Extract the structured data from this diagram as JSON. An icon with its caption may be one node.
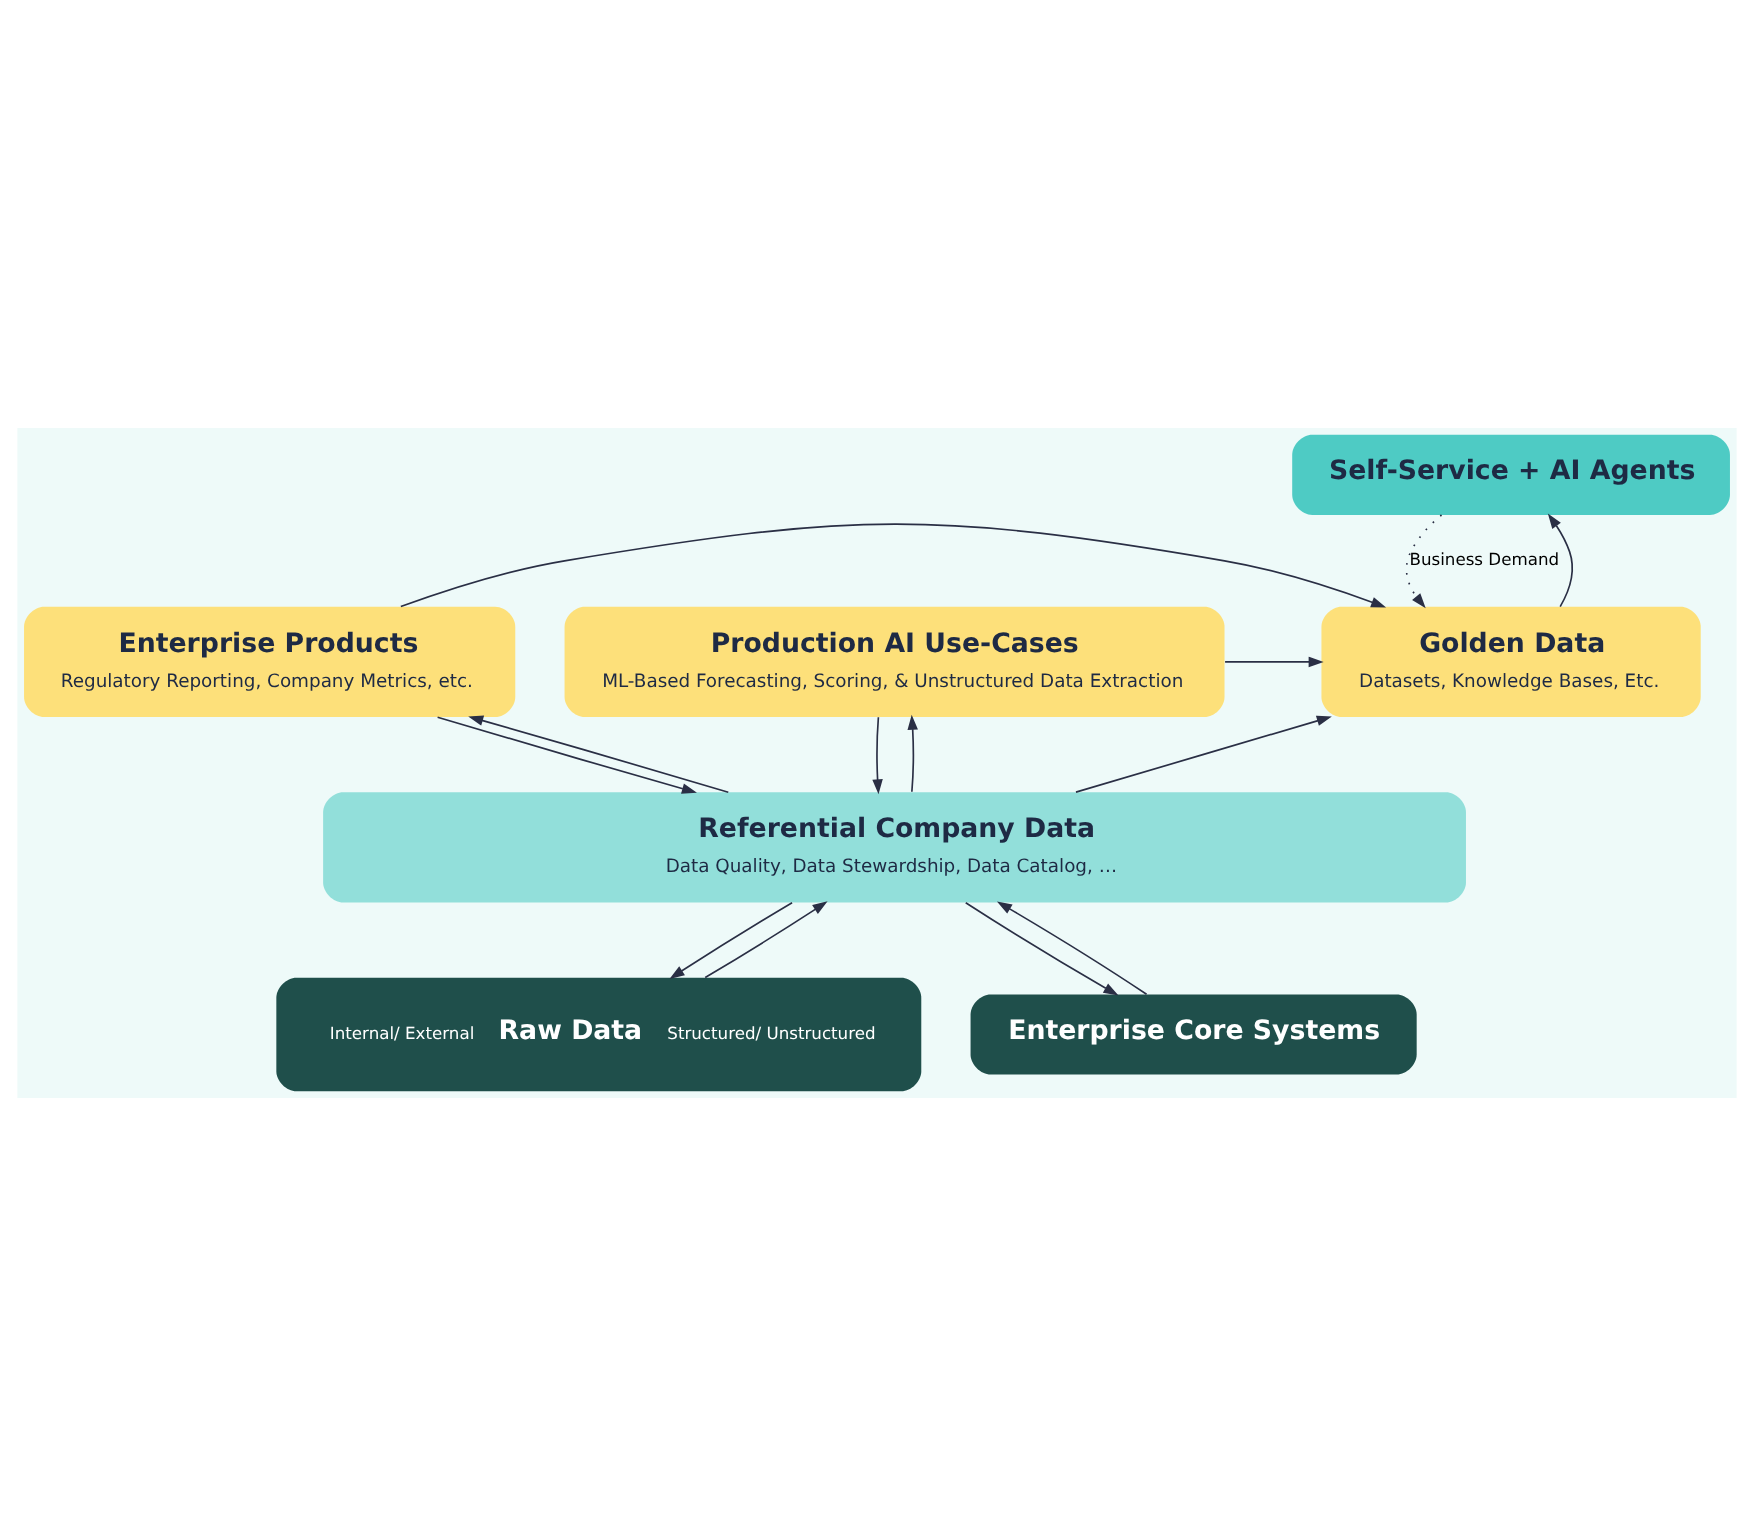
{
  "diagram": {
    "nodes": [
      {
        "text": [
          "Self-Service + AI Agents"
        ]
      },
      {
        "text": [
          "Golden Data",
          "Datasets, Knowledge Bases, Etc."
        ]
      },
      {
        "text": [
          "Enterprise Products",
          "Regulatory Reporting, Company Metrics, etc."
        ]
      },
      {
        "text": [
          "Production AI Use-Cases",
          "ML-Based Forecasting, Scoring, & Unstructured Data Extraction"
        ]
      },
      {
        "text": [
          "Referential Company Data",
          "Data Quality, Data Stewardship, Data Catalog, …"
        ]
      },
      {
        "text": [
          "Internal/ External",
          "Raw Data",
          "Structured/ Unstructured"
        ]
      },
      {
        "text": [
          "Enterprise Core Systems"
        ]
      }
    ],
    "edges": [
      {
        "from": 1,
        "to": 0,
        "arrow": "to"
      },
      {
        "from": 2,
        "to": 1,
        "arrow": "to"
      },
      {
        "from": 3,
        "to": 1,
        "arrow": "to"
      },
      {
        "from": 4,
        "to": 1,
        "arrow": "to"
      },
      {
        "from": 4,
        "to": 2,
        "arrow": "to"
      },
      {
        "from": 2,
        "to": 4,
        "arrow": "to"
      },
      {
        "from": 4,
        "to": 3,
        "arrow": "to"
      },
      {
        "from": 3,
        "to": 4,
        "arrow": "to"
      },
      {
        "from": 5,
        "to": 4,
        "arrow": "to"
      },
      {
        "from": 4,
        "to": 5,
        "arrow": "to"
      },
      {
        "from": 6,
        "to": 4,
        "arrow": "to"
      },
      {
        "from": 4,
        "to": 6,
        "arrow": "to"
      },
      {
        "from": 0,
        "to": 1,
        "arrow": "to",
        "style": "dashed",
        "label": "Business Demand"
      }
    ]
  }
}
